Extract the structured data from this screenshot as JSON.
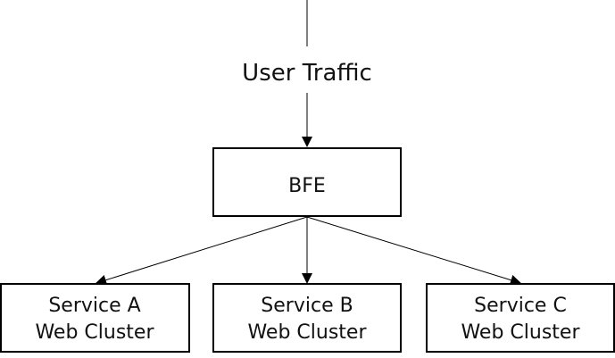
{
  "diagram": {
    "source": {
      "label": "User Traffic"
    },
    "gateway": {
      "label": "BFE"
    },
    "services": [
      {
        "line1": "Service A",
        "line2": "Web Cluster"
      },
      {
        "line1": "Service B",
        "line2": "Web Cluster"
      },
      {
        "line1": "Service C",
        "line2": "Web Cluster"
      }
    ],
    "colors": {
      "stroke": "#000000",
      "text": "#111111",
      "background": "#ffffff"
    }
  }
}
